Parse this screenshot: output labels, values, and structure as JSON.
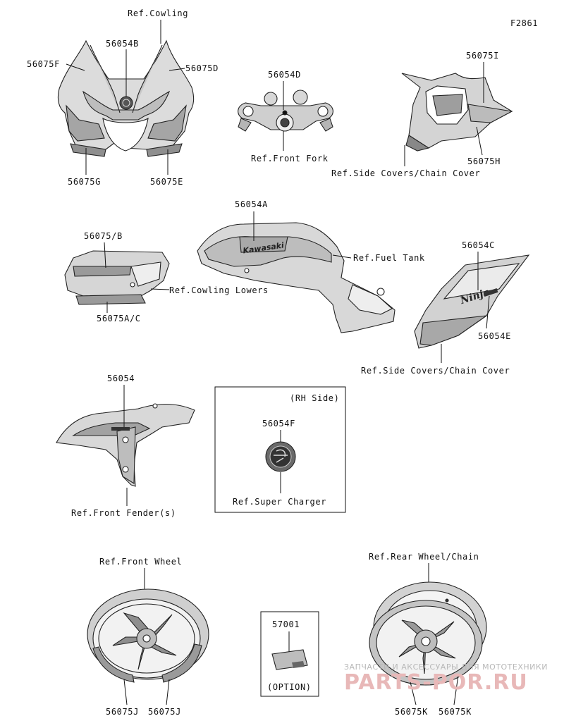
{
  "figure_id": "F2861",
  "groups": [
    {
      "id": "cowling",
      "ref": "Ref.Cowling",
      "parts": [
        "56075F",
        "56054B",
        "56075D",
        "56075G",
        "56075E"
      ]
    },
    {
      "id": "front-fork",
      "ref": "Ref.Front Fork",
      "parts": [
        "56054D"
      ]
    },
    {
      "id": "side-covers-top",
      "ref": "Ref.Side Covers/Chain Cover",
      "parts": [
        "56075I",
        "56075H"
      ]
    },
    {
      "id": "cowling-lowers",
      "ref": "Ref.Cowling Lowers",
      "parts": [
        "56075/B",
        "56075A/C"
      ]
    },
    {
      "id": "fuel-tank",
      "ref": "Ref.Fuel Tank",
      "parts": [
        "56054A"
      ],
      "decal_text": "Kawasaki"
    },
    {
      "id": "side-covers-side",
      "ref": "Ref.Side Covers/Chain Cover",
      "parts": [
        "56054C",
        "56054E"
      ],
      "decal_text": "Ninja"
    },
    {
      "id": "front-fender",
      "ref": "Ref.Front Fender(s)",
      "parts": [
        "56054"
      ]
    },
    {
      "id": "super-charger",
      "ref": "Ref.Super Charger",
      "side_note": "(RH Side)",
      "parts": [
        "56054F"
      ]
    },
    {
      "id": "front-wheel",
      "ref": "Ref.Front Wheel",
      "parts": [
        "56075J",
        "56075J"
      ]
    },
    {
      "id": "option",
      "parts": [
        "57001"
      ],
      "note": "(OPTION)"
    },
    {
      "id": "rear-wheel",
      "ref": "Ref.Rear Wheel/Chain",
      "parts": [
        "56075K",
        "56075K"
      ]
    }
  ],
  "watermark": {
    "line1": "ЗАПЧАСТИ И АКСЕССУАРЫ ДЛЯ МОТОТЕХНИКИ",
    "line2": "PARTS-POR.RU"
  }
}
